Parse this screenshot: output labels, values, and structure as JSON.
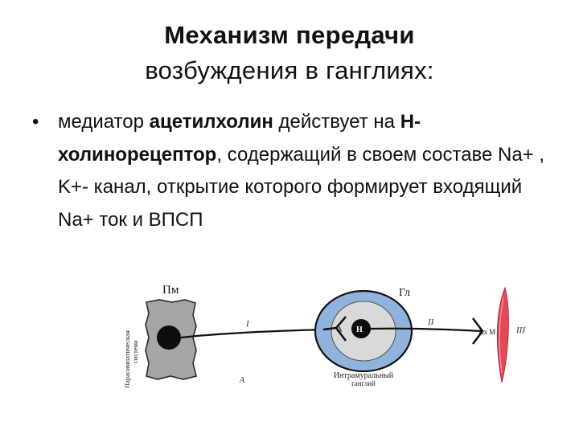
{
  "title": {
    "line1": "Механизм передачи",
    "line2": "возбуждения в ганглиях:"
  },
  "bullet": {
    "t1": "медиатор ",
    "b1": "ацетилхолин",
    "t2": " действует на ",
    "b2": "Н-холинорецептор",
    "t3": ", содержащий в своем составе Na+ , K+- канал, открытие которого формирует входящий Na+ ток и ВПСП"
  },
  "diagram": {
    "label_pm": "Пм",
    "label_gl": "Гл",
    "vertical_label_line1": "Парасимпатическая",
    "vertical_label_line2": "система",
    "label_i": "I",
    "label_ii": "II",
    "label_iii": "III",
    "label_a": "А",
    "receptor_ah": "А",
    "receptor_h": "Н",
    "receptor_axm": "Ах М",
    "ganglion_caption_line1": "Интрамуральный",
    "ganglion_caption_line2": "ганглий"
  },
  "colors": {
    "ganglion_fill": "#8fb3dc",
    "ganglion_inner": "#d9d9d9",
    "muscle": "#e24a5a"
  }
}
